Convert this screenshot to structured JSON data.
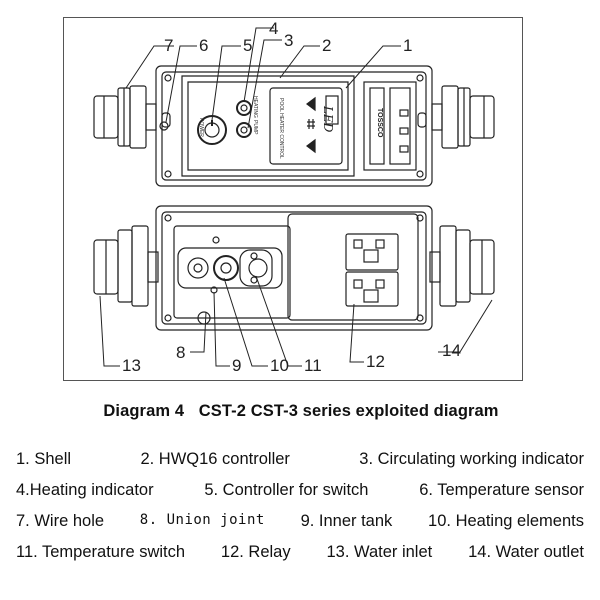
{
  "diagram": {
    "callouts": [
      "1",
      "2",
      "3",
      "4",
      "5",
      "6",
      "7",
      "8",
      "9",
      "10",
      "11",
      "12",
      "13",
      "14"
    ],
    "panel_text": {
      "led": "LED",
      "pool_heater_control": "POOL HEATER CONTROL",
      "power": "POWER",
      "heating": "HEATING",
      "pump": "PUMP",
      "brand": "TOSSCO"
    }
  },
  "caption": {
    "number": "Diagram 4",
    "title": "CST-2 CST-3 series exploited diagram"
  },
  "legend": {
    "rows": [
      [
        "1.  Shell",
        "2. HWQ16  controller",
        "3.  Circulating  working  indicator"
      ],
      [
        "4.Heating  indicator",
        "5. Controller  for  switch",
        "6. Temperature  sensor"
      ],
      [
        "7. Wire  hole",
        "8. Union  joint",
        "9. Inner  tank",
        "10. Heating  elements"
      ],
      [
        "11. Temperature  switch",
        "12. Relay",
        "13. Water  inlet",
        "14. Water  outlet"
      ]
    ]
  }
}
